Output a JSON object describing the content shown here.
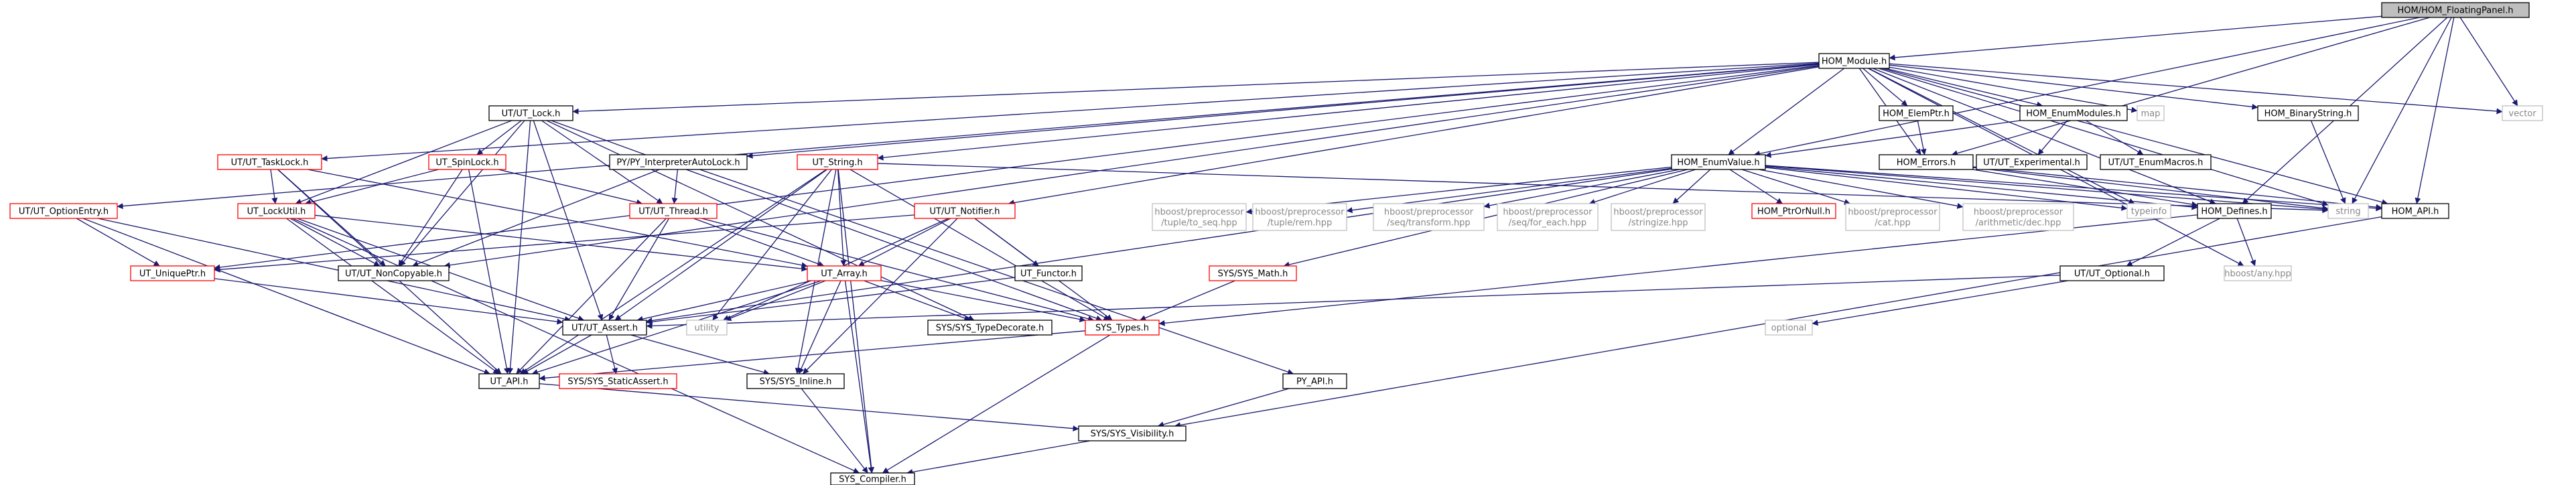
{
  "colors": {
    "edge": "#191970",
    "root_fill": "#bfbfbf",
    "node_fill": "#ffffff",
    "node_border": "#000000",
    "truncated_border": "#ff0000",
    "external_border": "#bfbfbf",
    "external_text": "#888888"
  },
  "nodes": [
    {
      "id": "n0",
      "lines": [
        "HOM/HOM_FloatingPanel.h"
      ],
      "kind": "root"
    },
    {
      "id": "n1",
      "lines": [
        "HOM_Module.h"
      ],
      "kind": "normal"
    },
    {
      "id": "n2",
      "lines": [
        "UT/UT_Lock.h"
      ],
      "kind": "normal"
    },
    {
      "id": "n3",
      "lines": [
        "UT/UT_TaskLock.h"
      ],
      "kind": "truncated"
    },
    {
      "id": "n4",
      "lines": [
        "UT/UT_OptionEntry.h"
      ],
      "kind": "truncated"
    },
    {
      "id": "n5",
      "lines": [
        "UT_SpinLock.h"
      ],
      "kind": "truncated"
    },
    {
      "id": "n6",
      "lines": [
        "PY/PY_InterpreterAutoLock.h"
      ],
      "kind": "normal"
    },
    {
      "id": "n7",
      "lines": [
        "UT_String.h"
      ],
      "kind": "truncated"
    },
    {
      "id": "n8",
      "lines": [
        "HOM_ElemPtr.h"
      ],
      "kind": "normal"
    },
    {
      "id": "n9",
      "lines": [
        "HOM_EnumModules.h"
      ],
      "kind": "normal"
    },
    {
      "id": "n10",
      "lines": [
        "map"
      ],
      "kind": "external"
    },
    {
      "id": "n11",
      "lines": [
        "HOM_BinaryString.h"
      ],
      "kind": "normal"
    },
    {
      "id": "n12",
      "lines": [
        "vector"
      ],
      "kind": "external"
    },
    {
      "id": "n13",
      "lines": [
        "HOM_EnumValue.h"
      ],
      "kind": "normal"
    },
    {
      "id": "n14",
      "lines": [
        "HOM_Errors.h"
      ],
      "kind": "normal"
    },
    {
      "id": "n15",
      "lines": [
        "UT/UT_Experimental.h"
      ],
      "kind": "normal"
    },
    {
      "id": "n16",
      "lines": [
        "UT/UT_EnumMacros.h"
      ],
      "kind": "normal"
    },
    {
      "id": "n17",
      "lines": [
        "UT_LockUtil.h"
      ],
      "kind": "truncated"
    },
    {
      "id": "n18",
      "lines": [
        "UT/UT_Thread.h"
      ],
      "kind": "truncated"
    },
    {
      "id": "n19",
      "lines": [
        "UT/UT_Notifier.h"
      ],
      "kind": "truncated"
    },
    {
      "id": "n20",
      "lines": [
        "hboost/preprocessor",
        "/tuple/to_seq.hpp"
      ],
      "kind": "external"
    },
    {
      "id": "n21",
      "lines": [
        "hboost/preprocessor",
        "/tuple/rem.hpp"
      ],
      "kind": "external"
    },
    {
      "id": "n22",
      "lines": [
        "hboost/preprocessor",
        "/seq/transform.hpp"
      ],
      "kind": "external"
    },
    {
      "id": "n23",
      "lines": [
        "hboost/preprocessor",
        "/seq/for_each.hpp"
      ],
      "kind": "external"
    },
    {
      "id": "n24",
      "lines": [
        "hboost/preprocessor",
        "/stringize.hpp"
      ],
      "kind": "external"
    },
    {
      "id": "n25",
      "lines": [
        "HOM_PtrOrNull.h"
      ],
      "kind": "truncated"
    },
    {
      "id": "n26",
      "lines": [
        "hboost/preprocessor",
        "/cat.hpp"
      ],
      "kind": "external"
    },
    {
      "id": "n27",
      "lines": [
        "hboost/preprocessor",
        "/arithmetic/dec.hpp"
      ],
      "kind": "external"
    },
    {
      "id": "n28",
      "lines": [
        "typeinfo"
      ],
      "kind": "external"
    },
    {
      "id": "n29",
      "lines": [
        "string"
      ],
      "kind": "external"
    },
    {
      "id": "n30",
      "lines": [
        "HOM_API.h"
      ],
      "kind": "normal"
    },
    {
      "id": "n31",
      "lines": [
        "HOM_Defines.h"
      ],
      "kind": "normal"
    },
    {
      "id": "n32",
      "lines": [
        "UT_UniquePtr.h"
      ],
      "kind": "truncated"
    },
    {
      "id": "n33",
      "lines": [
        "UT/UT_NonCopyable.h"
      ],
      "kind": "normal"
    },
    {
      "id": "n34",
      "lines": [
        "UT_Array.h"
      ],
      "kind": "truncated"
    },
    {
      "id": "n35",
      "lines": [
        "UT_Functor.h"
      ],
      "kind": "normal"
    },
    {
      "id": "n36",
      "lines": [
        "SYS/SYS_Math.h"
      ],
      "kind": "truncated"
    },
    {
      "id": "n37",
      "lines": [
        "UT/UT_Optional.h"
      ],
      "kind": "normal"
    },
    {
      "id": "n38",
      "lines": [
        "hboost/any.hpp"
      ],
      "kind": "external"
    },
    {
      "id": "n39",
      "lines": [
        "utility"
      ],
      "kind": "external"
    },
    {
      "id": "n40",
      "lines": [
        "UT/UT_Assert.h"
      ],
      "kind": "normal"
    },
    {
      "id": "n41",
      "lines": [
        "SYS/SYS_TypeDecorate.h"
      ],
      "kind": "normal"
    },
    {
      "id": "n42",
      "lines": [
        "SYS_Types.h"
      ],
      "kind": "truncated"
    },
    {
      "id": "n43",
      "lines": [
        "optional"
      ],
      "kind": "external"
    },
    {
      "id": "n44",
      "lines": [
        "UT_API.h"
      ],
      "kind": "normal"
    },
    {
      "id": "n45",
      "lines": [
        "SYS/SYS_StaticAssert.h"
      ],
      "kind": "truncated"
    },
    {
      "id": "n46",
      "lines": [
        "SYS/SYS_Inline.h"
      ],
      "kind": "normal"
    },
    {
      "id": "n47",
      "lines": [
        "PY_API.h"
      ],
      "kind": "normal"
    },
    {
      "id": "n48",
      "lines": [
        "SYS/SYS_Visibility.h"
      ],
      "kind": "normal"
    },
    {
      "id": "n49",
      "lines": [
        "SYS_Compiler.h"
      ],
      "kind": "normal"
    }
  ],
  "edges": [
    [
      "n0",
      "n1"
    ],
    [
      "n0",
      "n13"
    ],
    [
      "n0",
      "n12"
    ],
    [
      "n0",
      "n14"
    ],
    [
      "n0",
      "n29"
    ],
    [
      "n0",
      "n30"
    ],
    [
      "n0",
      "n31"
    ],
    [
      "n1",
      "n2"
    ],
    [
      "n1",
      "n3"
    ],
    [
      "n1",
      "n4"
    ],
    [
      "n1",
      "n6"
    ],
    [
      "n1",
      "n7"
    ],
    [
      "n1",
      "n8"
    ],
    [
      "n1",
      "n9"
    ],
    [
      "n1",
      "n10"
    ],
    [
      "n1",
      "n11"
    ],
    [
      "n1",
      "n12"
    ],
    [
      "n1",
      "n13"
    ],
    [
      "n1",
      "n14"
    ],
    [
      "n1",
      "n19"
    ],
    [
      "n1",
      "n28"
    ],
    [
      "n1",
      "n29"
    ],
    [
      "n1",
      "n30"
    ],
    [
      "n1",
      "n31"
    ],
    [
      "n1",
      "n32"
    ],
    [
      "n1",
      "n33"
    ],
    [
      "n1",
      "n38"
    ],
    [
      "n2",
      "n5"
    ],
    [
      "n2",
      "n17"
    ],
    [
      "n2",
      "n18"
    ],
    [
      "n2",
      "n33"
    ],
    [
      "n2",
      "n40"
    ],
    [
      "n2",
      "n41"
    ],
    [
      "n2",
      "n42"
    ],
    [
      "n2",
      "n44"
    ],
    [
      "n3",
      "n17"
    ],
    [
      "n3",
      "n33"
    ],
    [
      "n3",
      "n34"
    ],
    [
      "n3",
      "n44"
    ],
    [
      "n4",
      "n32"
    ],
    [
      "n4",
      "n40"
    ],
    [
      "n4",
      "n44"
    ],
    [
      "n5",
      "n17"
    ],
    [
      "n5",
      "n18"
    ],
    [
      "n5",
      "n33"
    ],
    [
      "n5",
      "n44"
    ],
    [
      "n6",
      "n18"
    ],
    [
      "n6",
      "n33"
    ],
    [
      "n6",
      "n47"
    ],
    [
      "n7",
      "n34"
    ],
    [
      "n7",
      "n39"
    ],
    [
      "n7",
      "n40"
    ],
    [
      "n7",
      "n42"
    ],
    [
      "n7",
      "n44"
    ],
    [
      "n7",
      "n46"
    ],
    [
      "n7",
      "n49"
    ],
    [
      "n7",
      "n29"
    ],
    [
      "n8",
      "n14"
    ],
    [
      "n9",
      "n13"
    ],
    [
      "n9",
      "n15"
    ],
    [
      "n9",
      "n16"
    ],
    [
      "n11",
      "n29"
    ],
    [
      "n13",
      "n20"
    ],
    [
      "n13",
      "n21"
    ],
    [
      "n13",
      "n22"
    ],
    [
      "n13",
      "n23"
    ],
    [
      "n13",
      "n24"
    ],
    [
      "n13",
      "n25"
    ],
    [
      "n13",
      "n26"
    ],
    [
      "n13",
      "n27"
    ],
    [
      "n13",
      "n28"
    ],
    [
      "n13",
      "n29"
    ],
    [
      "n13",
      "n30"
    ],
    [
      "n13",
      "n31"
    ],
    [
      "n13",
      "n36"
    ],
    [
      "n13",
      "n40"
    ],
    [
      "n14",
      "n29"
    ],
    [
      "n14",
      "n30"
    ],
    [
      "n14",
      "n31"
    ],
    [
      "n17",
      "n33"
    ],
    [
      "n17",
      "n34"
    ],
    [
      "n17",
      "n40"
    ],
    [
      "n17",
      "n44"
    ],
    [
      "n17",
      "n49"
    ],
    [
      "n18",
      "n34"
    ],
    [
      "n18",
      "n40"
    ],
    [
      "n18",
      "n42"
    ],
    [
      "n18",
      "n44"
    ],
    [
      "n19",
      "n32"
    ],
    [
      "n19",
      "n34"
    ],
    [
      "n19",
      "n35"
    ],
    [
      "n19",
      "n39"
    ],
    [
      "n19",
      "n42"
    ],
    [
      "n19",
      "n46"
    ],
    [
      "n30",
      "n48"
    ],
    [
      "n31",
      "n37"
    ],
    [
      "n31",
      "n38"
    ],
    [
      "n31",
      "n42"
    ],
    [
      "n32",
      "n40"
    ],
    [
      "n34",
      "n39"
    ],
    [
      "n34",
      "n40"
    ],
    [
      "n34",
      "n41"
    ],
    [
      "n34",
      "n42"
    ],
    [
      "n34",
      "n44"
    ],
    [
      "n34",
      "n46"
    ],
    [
      "n34",
      "n49"
    ],
    [
      "n35",
      "n40"
    ],
    [
      "n36",
      "n42"
    ],
    [
      "n37",
      "n40"
    ],
    [
      "n37",
      "n43"
    ],
    [
      "n40",
      "n44"
    ],
    [
      "n40",
      "n45"
    ],
    [
      "n40",
      "n46"
    ],
    [
      "n42",
      "n44"
    ],
    [
      "n42",
      "n49"
    ],
    [
      "n44",
      "n48"
    ],
    [
      "n46",
      "n49"
    ],
    [
      "n47",
      "n48"
    ],
    [
      "n48",
      "n49"
    ]
  ]
}
